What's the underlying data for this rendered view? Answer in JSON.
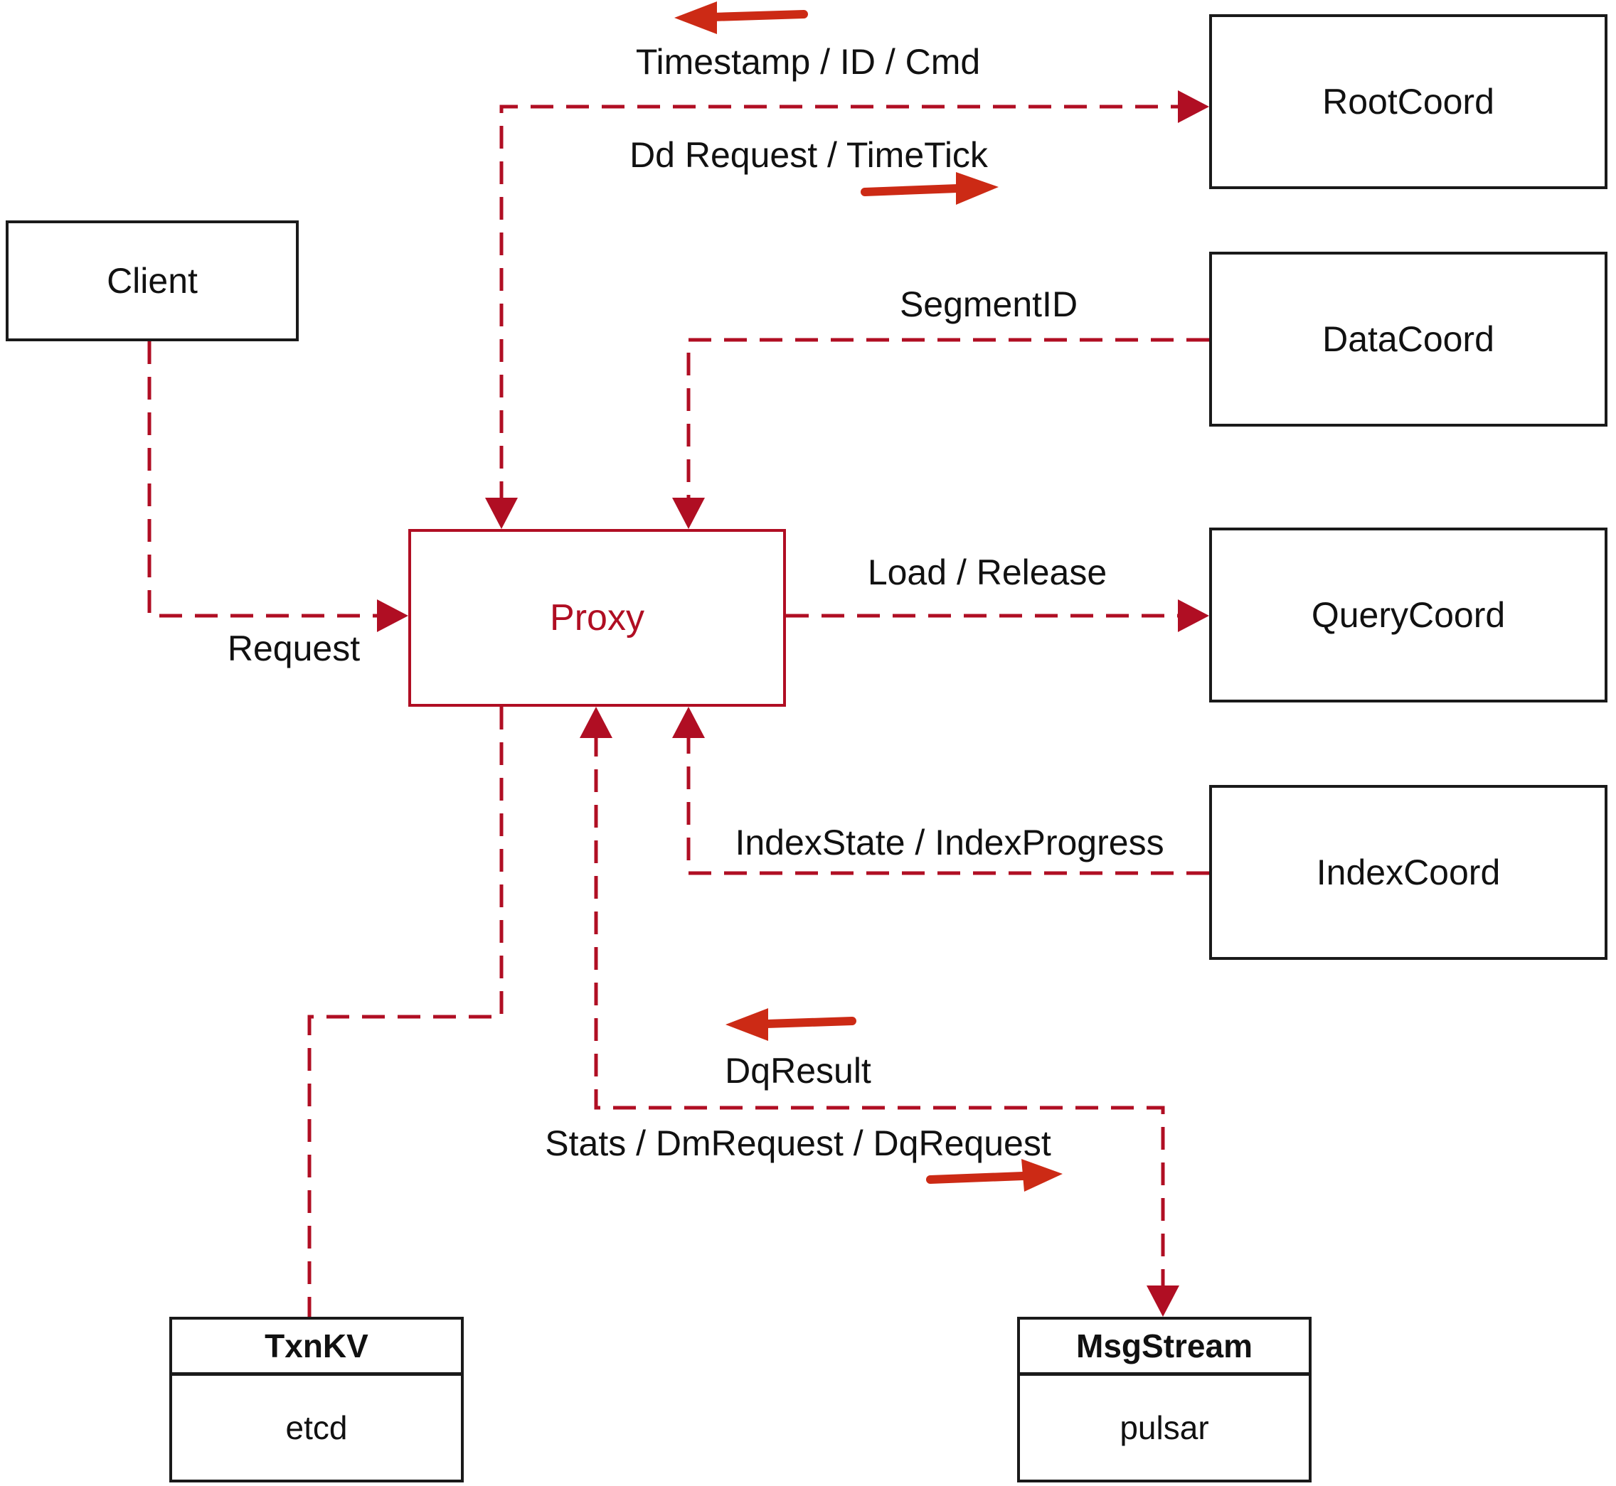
{
  "diagram": {
    "nodes": {
      "client": {
        "label": "Client"
      },
      "proxy": {
        "label": "Proxy"
      },
      "rootcoord": {
        "label": "RootCoord"
      },
      "datacoord": {
        "label": "DataCoord"
      },
      "querycoord": {
        "label": "QueryCoord"
      },
      "indexcoord": {
        "label": "IndexCoord"
      },
      "txnkv": {
        "title": "TxnKV",
        "subtitle": "etcd"
      },
      "msgstream": {
        "title": "MsgStream",
        "subtitle": "pulsar"
      }
    },
    "edge_labels": {
      "timestamp_id_cmd": "Timestamp / ID / Cmd",
      "dd_request_timetick": "Dd Request / TimeTick",
      "segment_id": "SegmentID",
      "request": "Request",
      "load_release": "Load / Release",
      "index_state": "IndexState / IndexProgress",
      "dq_result": "DqResult",
      "stats_dm_dq": "Stats / DmRequest / DqRequest"
    },
    "colors": {
      "dashed_edge": "#b00e23",
      "solid_arrow": "#cc2a15",
      "proxy_accent": "#b00e23",
      "box_border": "#1a1a1a",
      "label_text": "#111111",
      "background": "#ffffff"
    }
  }
}
